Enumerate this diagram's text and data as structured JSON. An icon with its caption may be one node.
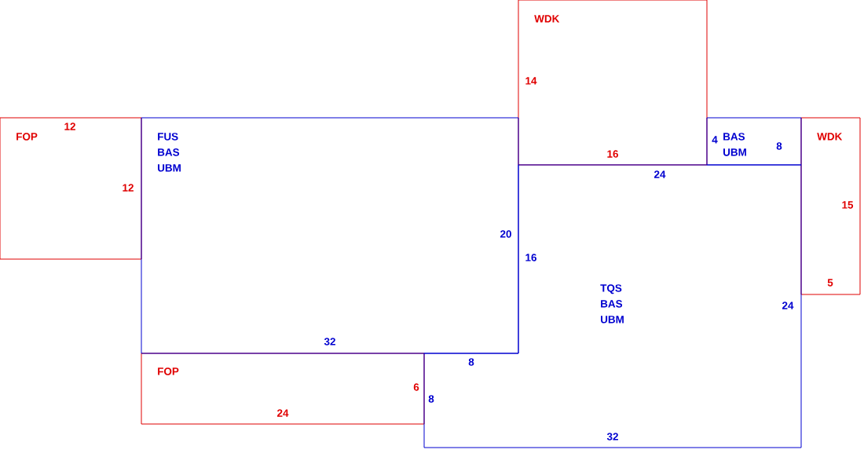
{
  "diagram": {
    "nodes": [
      {
        "text": [
          "FOP"
        ]
      },
      {
        "text": [
          "FUS BAS UBM"
        ]
      },
      {
        "text": [
          "WDK"
        ]
      },
      {
        "text": [
          "BAS UBM"
        ]
      },
      {
        "text": [
          "WDK"
        ]
      },
      {
        "text": [
          "TQS BAS UBM"
        ]
      },
      {
        "text": [
          "FOP"
        ]
      }
    ],
    "labels": [
      "14",
      "12",
      "4",
      "8",
      "16",
      "24",
      "12",
      "15",
      "20",
      "16",
      "5",
      "24",
      "32",
      "8",
      "6",
      "8",
      "24",
      "32"
    ]
  }
}
